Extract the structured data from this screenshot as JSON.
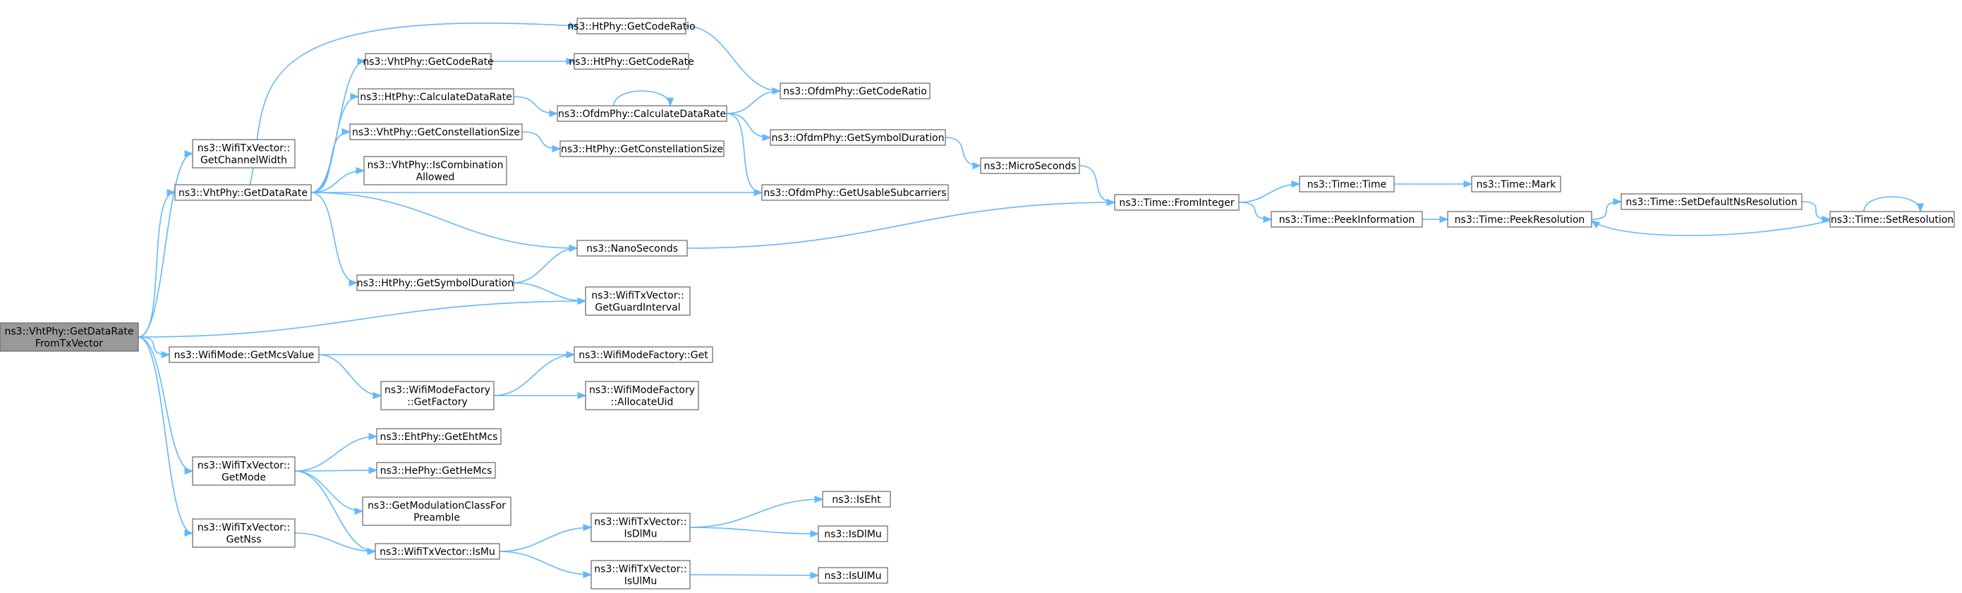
{
  "nodes": {
    "root": [
      "ns3::VhtPhy::GetDataRate",
      "FromTxVector"
    ],
    "getChannelWidth": [
      "ns3::WifiTxVector::",
      "GetChannelWidth"
    ],
    "vhtGetDataRate": [
      "ns3::VhtPhy::GetDataRate"
    ],
    "getMcsValue": [
      "ns3::WifiMode::GetMcsValue"
    ],
    "getMode": [
      "ns3::WifiTxVector::",
      "GetMode"
    ],
    "getNss": [
      "ns3::WifiTxVector::",
      "GetNss"
    ],
    "htGetCodeRatio": [
      "ns3::HtPhy::GetCodeRatio"
    ],
    "vhtGetCodeRate": [
      "ns3::VhtPhy::GetCodeRate"
    ],
    "htCalculateDataRate": [
      "ns3::HtPhy::CalculateDataRate"
    ],
    "vhtGetConstellationSize": [
      "ns3::VhtPhy::GetConstellationSize"
    ],
    "vhtIsCombinationAllowed": [
      "ns3::VhtPhy::IsCombination",
      "Allowed"
    ],
    "htGetSymbolDuration": [
      "ns3::HtPhy::GetSymbolDuration"
    ],
    "htGetCodeRate": [
      "ns3::HtPhy::GetCodeRate"
    ],
    "ofdmCalculateDataRate": [
      "ns3::OfdmPhy::CalculateDataRate"
    ],
    "htGetConstellationSize": [
      "ns3::HtPhy::GetConstellationSize"
    ],
    "nanoSeconds": [
      "ns3::NanoSeconds"
    ],
    "getGuardInterval": [
      "ns3::WifiTxVector::",
      "GetGuardInterval"
    ],
    "ofdmGetCodeRatio": [
      "ns3::OfdmPhy::GetCodeRatio"
    ],
    "ofdmGetSymbolDuration": [
      "ns3::OfdmPhy::GetSymbolDuration"
    ],
    "ofdmGetUsableSubcarriers": [
      "ns3::OfdmPhy::GetUsableSubcarriers"
    ],
    "microSeconds": [
      "ns3::MicroSeconds"
    ],
    "timeFromInteger": [
      "ns3::Time::FromInteger"
    ],
    "timeTime": [
      "ns3::Time::Time"
    ],
    "timePeekInformation": [
      "ns3::Time::PeekInformation"
    ],
    "timeMark": [
      "ns3::Time::Mark"
    ],
    "timePeekResolution": [
      "ns3::Time::PeekResolution"
    ],
    "timeSetDefaultNsResolution": [
      "ns3::Time::SetDefaultNsResolution"
    ],
    "timeSetResolution": [
      "ns3::Time::SetResolution"
    ],
    "wifiModeFactoryGet": [
      "ns3::WifiModeFactory::Get"
    ],
    "wifiModeFactoryGetFactory": [
      "ns3::WifiModeFactory",
      "::GetFactory"
    ],
    "wifiModeFactoryAllocateUid": [
      "ns3::WifiModeFactory",
      "::AllocateUid"
    ],
    "ehtGetEhtMcs": [
      "ns3::EhtPhy::GetEhtMcs"
    ],
    "heGetHeMcs": [
      "ns3::HePhy::GetHeMcs"
    ],
    "getModulationClassForPreamble": [
      "ns3::GetModulationClassFor",
      "Preamble"
    ],
    "isMu": [
      "ns3::WifiTxVector::IsMu"
    ],
    "isDlMu1": [
      "ns3::WifiTxVector::",
      "IsDlMu"
    ],
    "isUlMu1": [
      "ns3::WifiTxVector::",
      "IsUlMu"
    ],
    "isEht": [
      "ns3::IsEht"
    ],
    "isDlMu2": [
      "ns3::IsDlMu"
    ],
    "isUlMu2": [
      "ns3::IsUlMu"
    ]
  },
  "edges": [
    [
      "root",
      "getChannelWidth"
    ],
    [
      "root",
      "vhtGetDataRate"
    ],
    [
      "root",
      "getGuardInterval"
    ],
    [
      "root",
      "getMcsValue"
    ],
    [
      "root",
      "getMode"
    ],
    [
      "root",
      "getNss"
    ],
    [
      "vhtGetDataRate",
      "htGetCodeRatio"
    ],
    [
      "vhtGetDataRate",
      "vhtGetCodeRate"
    ],
    [
      "vhtGetDataRate",
      "htCalculateDataRate"
    ],
    [
      "vhtGetDataRate",
      "vhtGetConstellationSize"
    ],
    [
      "vhtGetDataRate",
      "vhtIsCombinationAllowed"
    ],
    [
      "vhtGetDataRate",
      "ofdmGetUsableSubcarriers"
    ],
    [
      "vhtGetDataRate",
      "nanoSeconds"
    ],
    [
      "vhtGetDataRate",
      "htGetSymbolDuration"
    ],
    [
      "vhtGetCodeRate",
      "htGetCodeRate"
    ],
    [
      "htGetCodeRatio",
      "ofdmGetCodeRatio"
    ],
    [
      "htCalculateDataRate",
      "ofdmCalculateDataRate"
    ],
    [
      "ofdmCalculateDataRate",
      "ofdmCalculateDataRate"
    ],
    [
      "ofdmCalculateDataRate",
      "ofdmGetCodeRatio"
    ],
    [
      "ofdmCalculateDataRate",
      "ofdmGetSymbolDuration"
    ],
    [
      "ofdmCalculateDataRate",
      "ofdmGetUsableSubcarriers"
    ],
    [
      "vhtGetConstellationSize",
      "htGetConstellationSize"
    ],
    [
      "htGetSymbolDuration",
      "nanoSeconds"
    ],
    [
      "htGetSymbolDuration",
      "getGuardInterval"
    ],
    [
      "ofdmGetSymbolDuration",
      "microSeconds"
    ],
    [
      "microSeconds",
      "timeFromInteger"
    ],
    [
      "nanoSeconds",
      "timeFromInteger"
    ],
    [
      "timeFromInteger",
      "timeTime"
    ],
    [
      "timeFromInteger",
      "timePeekInformation"
    ],
    [
      "timeTime",
      "timeMark"
    ],
    [
      "timePeekInformation",
      "timePeekResolution"
    ],
    [
      "timePeekResolution",
      "timeSetDefaultNsResolution"
    ],
    [
      "timeSetDefaultNsResolution",
      "timeSetResolution"
    ],
    [
      "timeSetResolution",
      "timePeekResolution"
    ],
    [
      "timeSetResolution",
      "timeSetResolution"
    ],
    [
      "getMcsValue",
      "wifiModeFactoryGet"
    ],
    [
      "getMcsValue",
      "wifiModeFactoryGetFactory"
    ],
    [
      "wifiModeFactoryGetFactory",
      "wifiModeFactoryGet"
    ],
    [
      "wifiModeFactoryGetFactory",
      "wifiModeFactoryAllocateUid"
    ],
    [
      "getMode",
      "ehtGetEhtMcs"
    ],
    [
      "getMode",
      "heGetHeMcs"
    ],
    [
      "getMode",
      "getModulationClassForPreamble"
    ],
    [
      "getMode",
      "isMu"
    ],
    [
      "getNss",
      "isMu"
    ],
    [
      "isMu",
      "isDlMu1"
    ],
    [
      "isMu",
      "isUlMu1"
    ],
    [
      "isDlMu1",
      "isEht"
    ],
    [
      "isDlMu1",
      "isDlMu2"
    ],
    [
      "isUlMu1",
      "isUlMu2"
    ]
  ],
  "colors": {
    "edge": "#63b8ff",
    "node_border": "#666666",
    "root_fill": "#999999",
    "node_fill": "#ffffff"
  }
}
